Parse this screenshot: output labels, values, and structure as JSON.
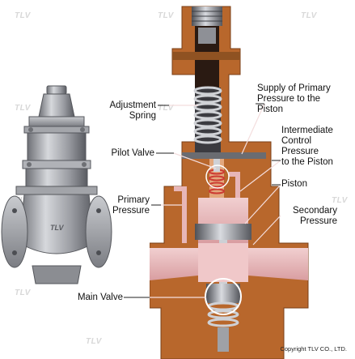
{
  "labels": {
    "adjustment_spring": [
      "Adjustment",
      "Spring"
    ],
    "pilot_valve": "Pilot Valve",
    "primary_pressure": [
      "Primary",
      "Pressure"
    ],
    "main_valve": "Main Valve",
    "supply_primary": [
      "Supply of Primary",
      "Pressure to the",
      "Piston"
    ],
    "intermediate": [
      "Intermediate",
      "Control",
      "Pressure",
      "to the Piston"
    ],
    "piston": "Piston",
    "secondary_pressure": [
      "Secondary",
      "Pressure"
    ]
  },
  "watermark": "TLV",
  "copyright": "Copyright TLV CO., LTD.",
  "colors": {
    "body": "#b8672c",
    "body_dark": "#8a4a1c",
    "body_light": "#d48a4e",
    "flow_pink": "#e7b6b8",
    "inner_red": "#cc3b33",
    "steel": "#9a9ca2",
    "steel_dark": "#54565c",
    "steel_light": "#d3d5da"
  }
}
